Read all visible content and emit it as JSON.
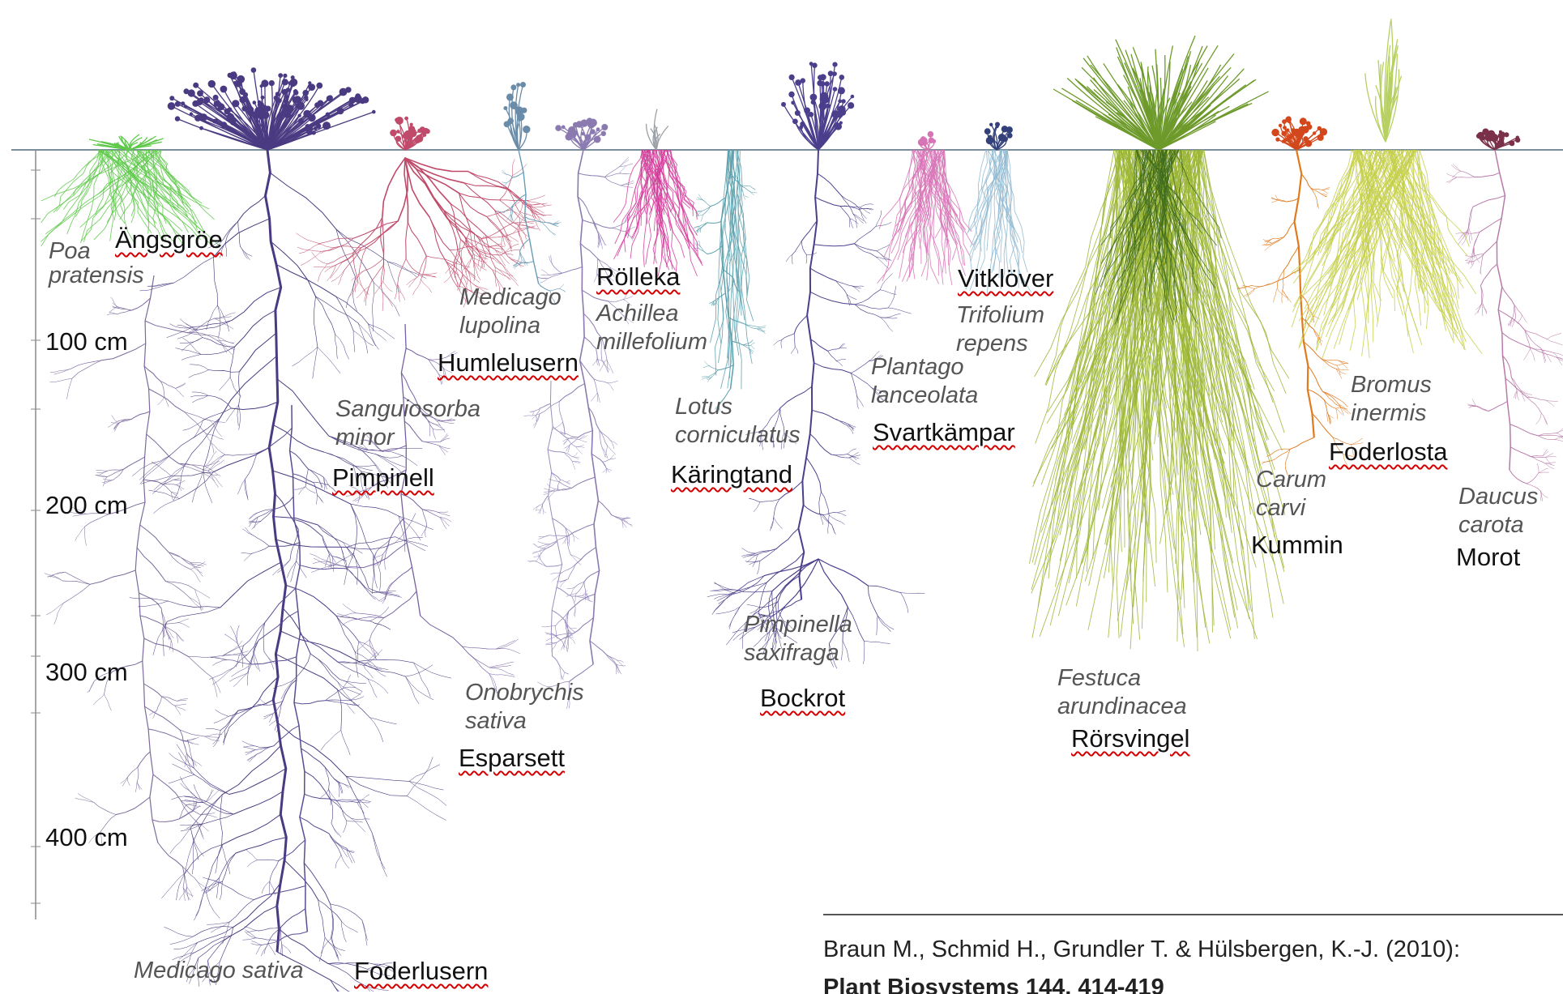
{
  "depth_scale": {
    "labels": [
      "100 cm",
      "200 cm",
      "300 cm",
      "400 cm"
    ]
  },
  "species": [
    {
      "id": "poa",
      "latin": "Poa\npratensis",
      "swedish": "Ängsgröe",
      "color": "#5fc94b"
    },
    {
      "id": "medicago-sativa",
      "latin": "Medicago sativa",
      "swedish": "Foderlusern",
      "color": "#4a3a82"
    },
    {
      "id": "sanguisorba",
      "latin": "Sanguiosorba\nminor",
      "swedish": "Pimpinell",
      "color": "#c04a6a"
    },
    {
      "id": "medicago-lupolina",
      "latin": "Medicago\nlupolina",
      "swedish": "Humlelusern",
      "color": "#6a9bb5"
    },
    {
      "id": "onobrychis",
      "latin": "Onobrychis\nsativa",
      "swedish": "Esparsett",
      "color": "#8a7ab0"
    },
    {
      "id": "achillea",
      "latin": "Achillea\nmillefolium",
      "swedish": "Rölleka",
      "color": "#d23c9a"
    },
    {
      "id": "lotus",
      "latin": "Lotus\ncorniculatus",
      "swedish": "Käringtand",
      "color": "#5aa0ad"
    },
    {
      "id": "pimpinella",
      "latin": "Pimpinella\nsaxifraga",
      "swedish": "Bockrot",
      "color": "#4b3f8c"
    },
    {
      "id": "plantago",
      "latin": "Plantago\nlanceolata",
      "swedish": "Svartkämpar",
      "color": "#d774b6"
    },
    {
      "id": "trifolium",
      "latin": "Trifolium\nrepens",
      "swedish": "Vitklöver",
      "color": "#8fb9d0"
    },
    {
      "id": "festuca",
      "latin": "Festuca\narundinacea",
      "swedish": "Rörsvingel",
      "color": "#9bb534"
    },
    {
      "id": "carum",
      "latin": "Carum\ncarvi",
      "swedish": "Kummin",
      "color": "#e07a1d"
    },
    {
      "id": "bromus",
      "latin": "Bromus\ninermis",
      "swedish": "Foderlosta",
      "color": "#c4cf4a"
    },
    {
      "id": "daucus",
      "latin": "Daucus\ncarota",
      "swedish": "Morot",
      "color": "#b87aa8"
    }
  ],
  "citation": {
    "line1": "Braun M., Schmid H., Grundler T. & Hülsbergen, K.-J. (2010):",
    "line2": "Plant Biosystems 144, 414-419"
  }
}
